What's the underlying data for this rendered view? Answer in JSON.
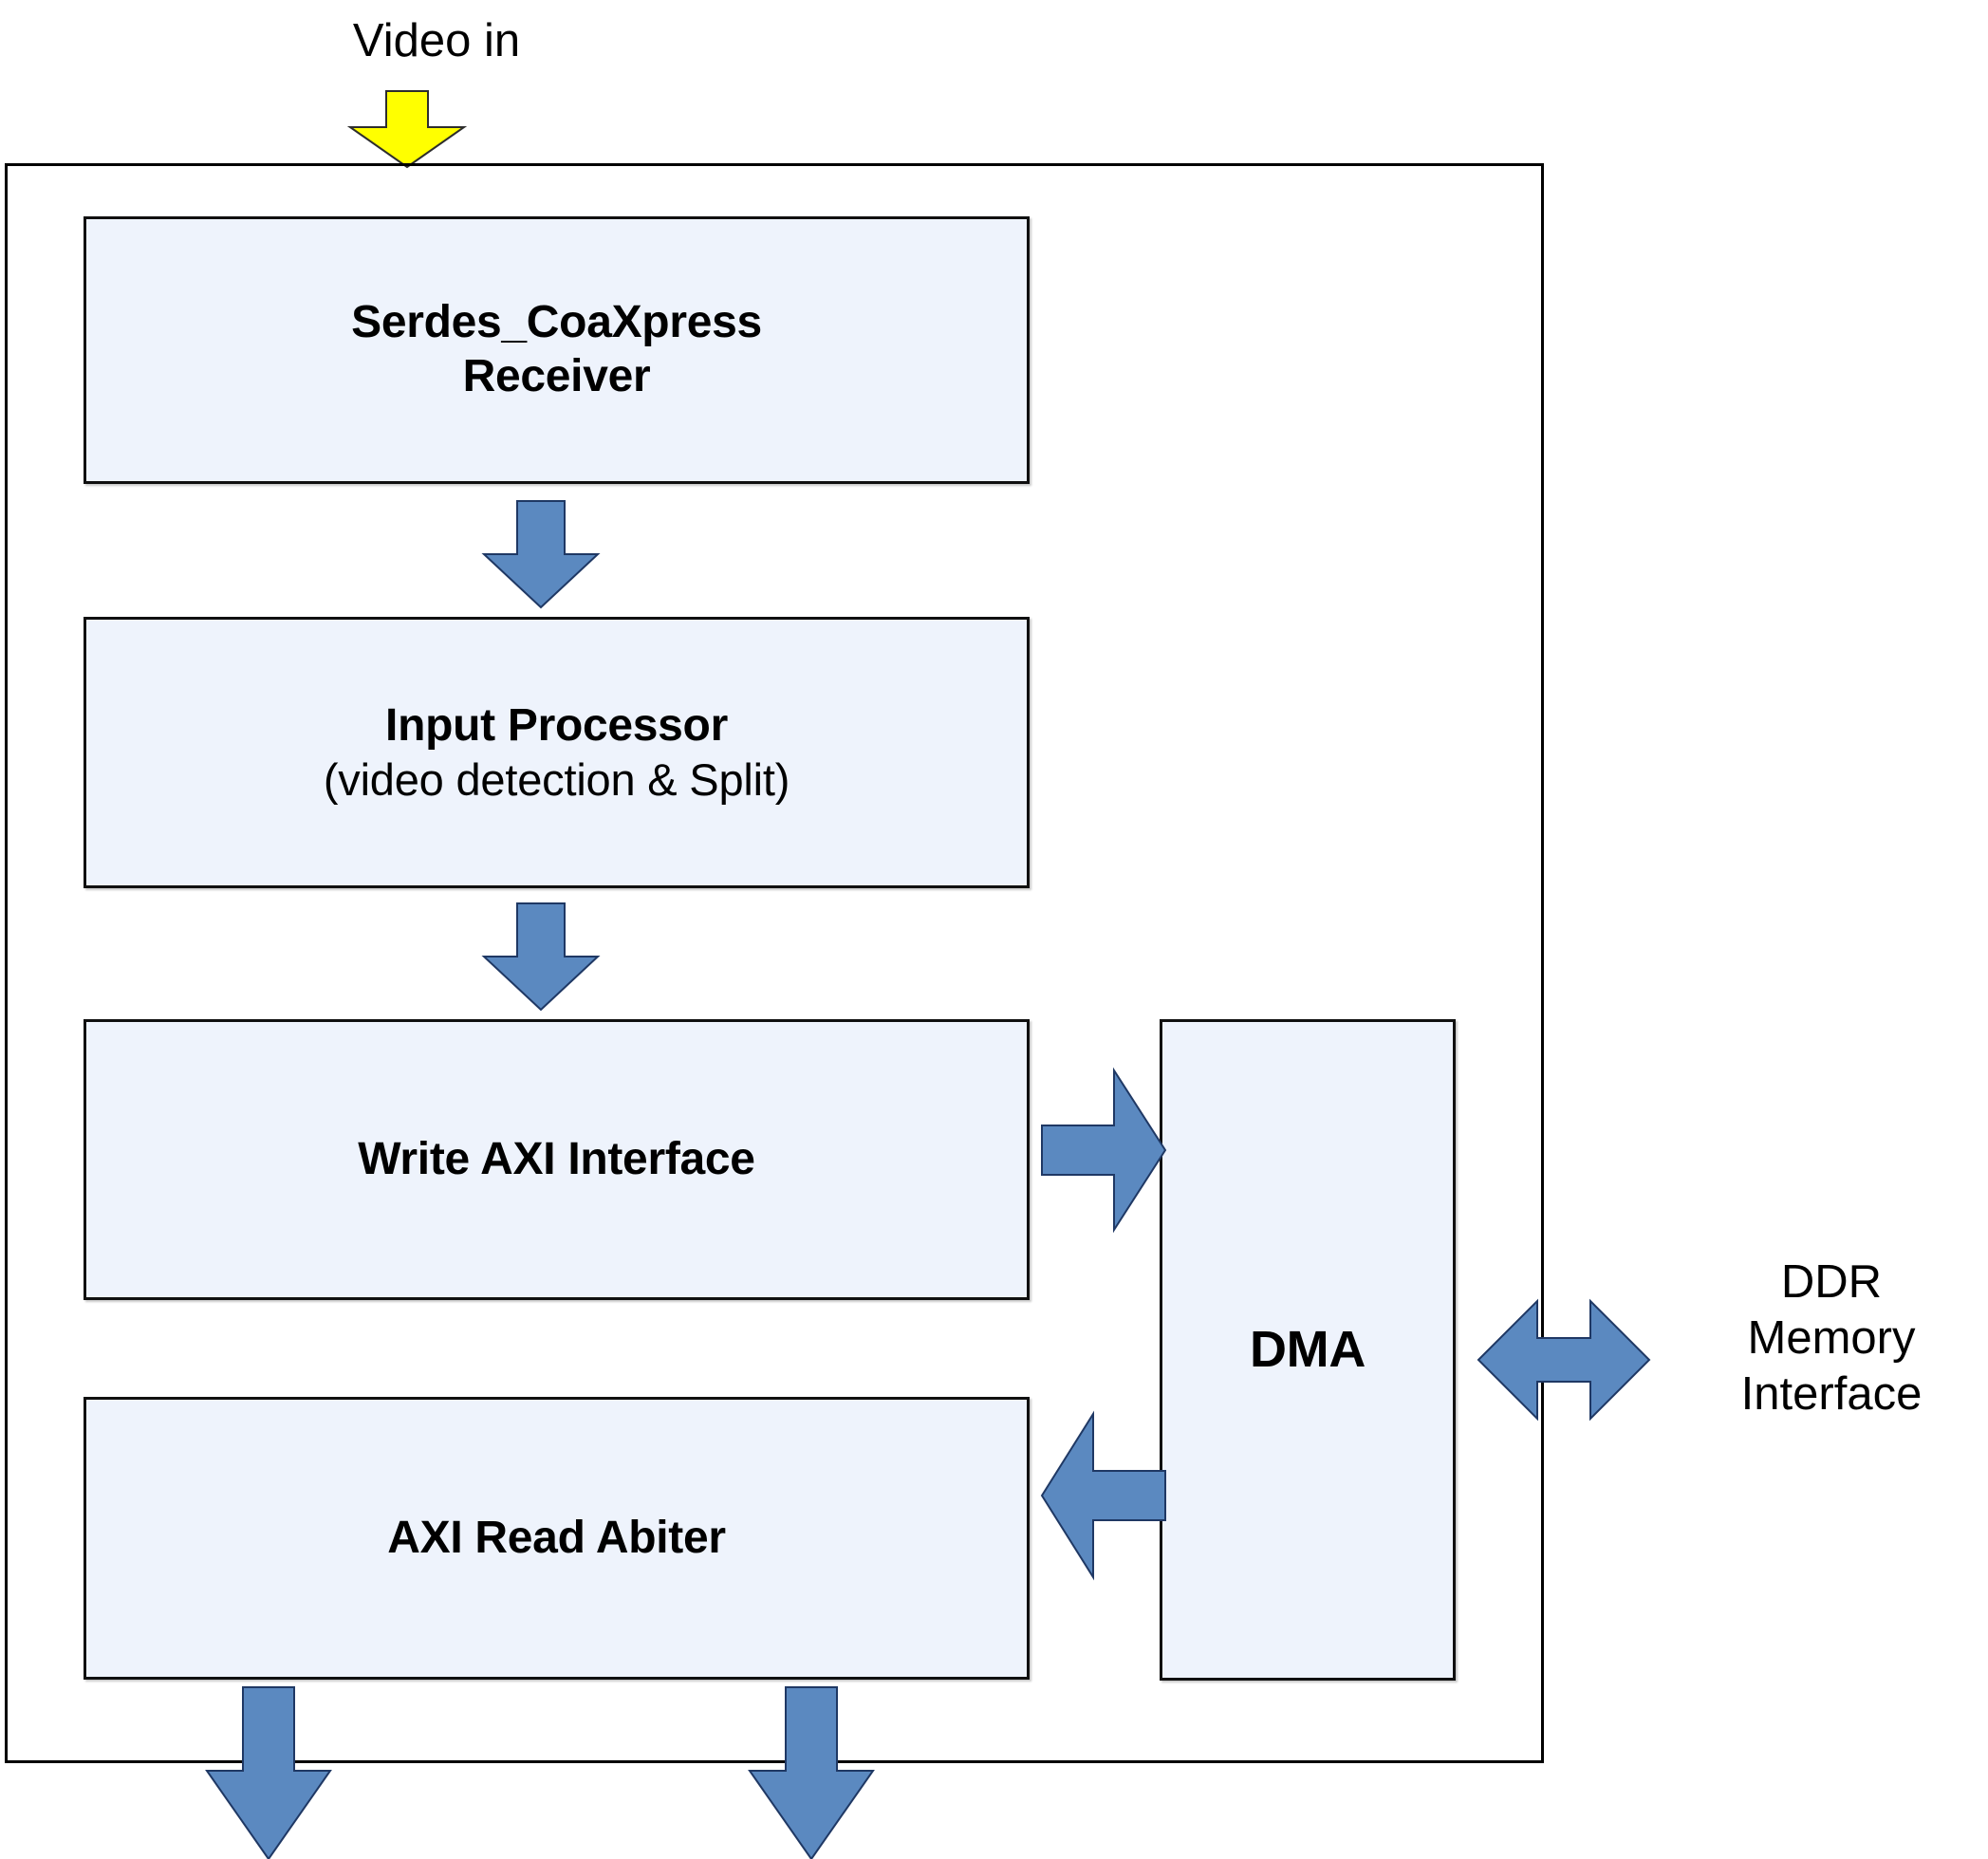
{
  "diagram": {
    "title": "Video capture pipeline block diagram",
    "colors": {
      "block_fill": "#EEF3FC",
      "block_border": "#101010",
      "arrow_blue": "#5B89C0",
      "arrow_blue_outline": "#1F3864",
      "arrow_yellow": "#FFFF00",
      "boundary_border": "#000000",
      "text": "#000000"
    },
    "labels": {
      "video_in": "Video in",
      "ddr_memory_interface": "DDR\nMemory\nInterface"
    },
    "blocks": [
      {
        "id": "serdes",
        "title": "Serdes_CoaXpress\nReceiver",
        "subtitle": ""
      },
      {
        "id": "input_processor",
        "title": "Input Processor",
        "subtitle": "(video detection & Split)"
      },
      {
        "id": "write_axi",
        "title": "Write AXI Interface",
        "subtitle": ""
      },
      {
        "id": "axi_read_abiter",
        "title": "AXI Read Abiter",
        "subtitle": ""
      },
      {
        "id": "dma",
        "title": "DMA",
        "subtitle": ""
      }
    ],
    "arrows": [
      {
        "id": "video-in",
        "icon": "arrow-down-icon",
        "color": "#FFFF00",
        "from": "Video in",
        "to": "Serdes_CoaXpress Receiver"
      },
      {
        "id": "serdes-ip",
        "icon": "arrow-down-icon",
        "color": "#5B89C0",
        "from": "Serdes_CoaXpress Receiver",
        "to": "Input Processor"
      },
      {
        "id": "ip-write",
        "icon": "arrow-down-icon",
        "color": "#5B89C0",
        "from": "Input Processor",
        "to": "Write AXI Interface"
      },
      {
        "id": "write-dma",
        "icon": "arrow-right-icon",
        "color": "#5B89C0",
        "from": "Write AXI Interface",
        "to": "DMA"
      },
      {
        "id": "dma-read",
        "icon": "arrow-left-icon",
        "color": "#5B89C0",
        "from": "DMA",
        "to": "AXI Read Abiter"
      },
      {
        "id": "dma-ddr",
        "icon": "arrow-left-right-icon",
        "color": "#5B89C0",
        "from": "DMA",
        "to": "DDR Memory Interface"
      },
      {
        "id": "out-left",
        "icon": "arrow-down-icon",
        "color": "#5B89C0",
        "from": "AXI Read Abiter",
        "to": ""
      },
      {
        "id": "out-right",
        "icon": "arrow-down-icon",
        "color": "#5B89C0",
        "from": "AXI Read Abiter",
        "to": ""
      }
    ]
  }
}
